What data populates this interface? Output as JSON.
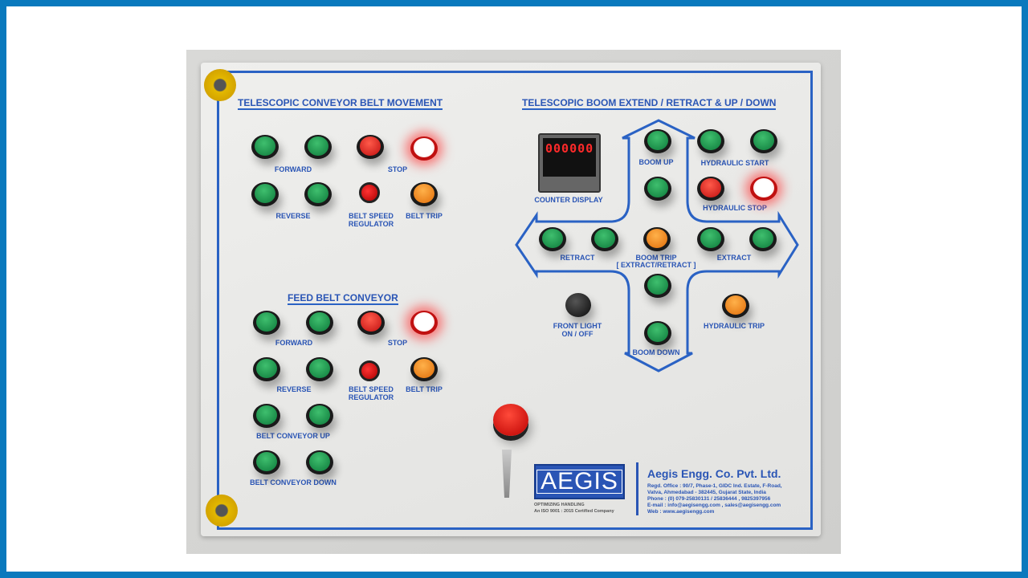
{
  "panel": {
    "conveyor": {
      "title": "TELESCOPIC CONVEYOR BELT MOVEMENT",
      "forward": "FORWARD",
      "stop": "STOP",
      "reverse": "REVERSE",
      "regulator1": "BELT SPEED",
      "regulator2": "REGULATOR",
      "belt_trip": "BELT TRIP"
    },
    "feed": {
      "title": "FEED BELT CONVEYOR",
      "forward": "FORWARD",
      "stop": "STOP",
      "reverse": "REVERSE",
      "regulator1": "BELT SPEED",
      "regulator2": "REGULATOR",
      "belt_trip": "BELT TRIP",
      "up": "BELT CONVEYOR UP",
      "down": "BELT CONVEYOR DOWN"
    },
    "boom": {
      "title": "TELESCOPIC BOOM EXTEND / RETRACT & UP / DOWN",
      "counter_value": "000000",
      "counter_label": "COUNTER DISPLAY",
      "boom_up": "BOOM UP",
      "hydraulic_start": "HYDRAULIC START",
      "hydraulic_stop": "HYDRAULIC STOP",
      "retract": "RETRACT",
      "boom_trip1": "BOOM TRIP",
      "boom_trip2": "[ EXTRACT/RETRACT ]",
      "extract": "EXTRACT",
      "front_light1": "FRONT LIGHT",
      "front_light2": "ON  /  OFF",
      "hydraulic_trip": "HYDRAULIC TRIP",
      "boom_down": "BOOM DOWN"
    },
    "brand": {
      "logo": "AEGIS",
      "tagline": "OPTIMIZING HANDLING",
      "iso": "An ISO 9001 : 2015 Certified Company",
      "company": "Aegis Engg. Co. Pvt. Ltd.",
      "address": [
        "Regd. Office : 90/7, Phase-1, GIDC Ind. Estate, F-Road,",
        "Vatva, Ahmedabad - 382445, Gujarat State, India",
        "Phone : (0) 079-25830131 / 25836444 , 9825397956",
        "E-mail : info@aegisengg.com , sales@aegisengg.com",
        "Web     : www.aegisengg.com"
      ]
    },
    "colors": {
      "frame": "#0a79bd",
      "text": "#2a55b5",
      "green": "#0d7a3b",
      "red": "#c01010",
      "amber": "#e06d0a"
    }
  }
}
